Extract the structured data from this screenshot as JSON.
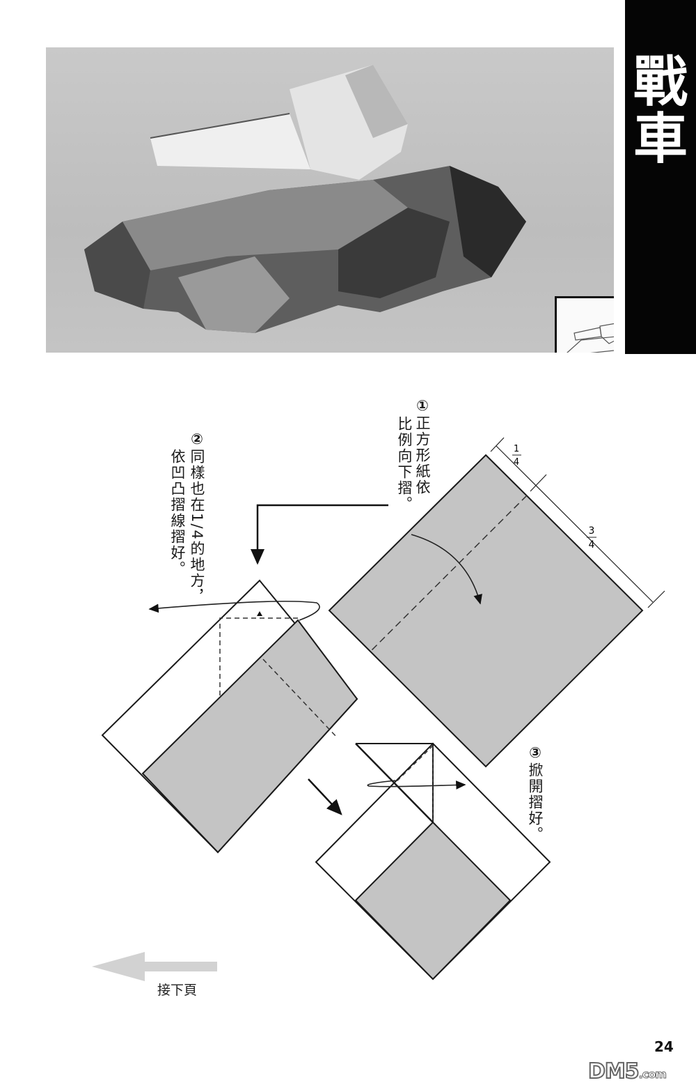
{
  "page": {
    "title": "戰車",
    "title_chars": [
      "戰",
      "車"
    ],
    "page_number": "24",
    "watermark": {
      "main": "DM5",
      "suffix": ".com"
    }
  },
  "photo": {
    "subject": "origami tank photograph",
    "inset": "tank line-drawing icon"
  },
  "steps": [
    {
      "number": "①",
      "lines": [
        "正方形紙依",
        "比例向下摺。"
      ]
    },
    {
      "number": "②",
      "lines": [
        "同樣也在1/4的地方，",
        "依凹凸摺線摺好。"
      ]
    },
    {
      "number": "③",
      "lines": [
        "掀開摺好。"
      ]
    }
  ],
  "dimensions": {
    "first": "1/4",
    "second": "3/4"
  },
  "footer": {
    "next_page": "接下頁"
  },
  "colors": {
    "paper_gray": "#c4c4c4",
    "title_bg": "#050505",
    "line": "#1a1a1a",
    "arrow_gray": "#d2d2d2"
  }
}
